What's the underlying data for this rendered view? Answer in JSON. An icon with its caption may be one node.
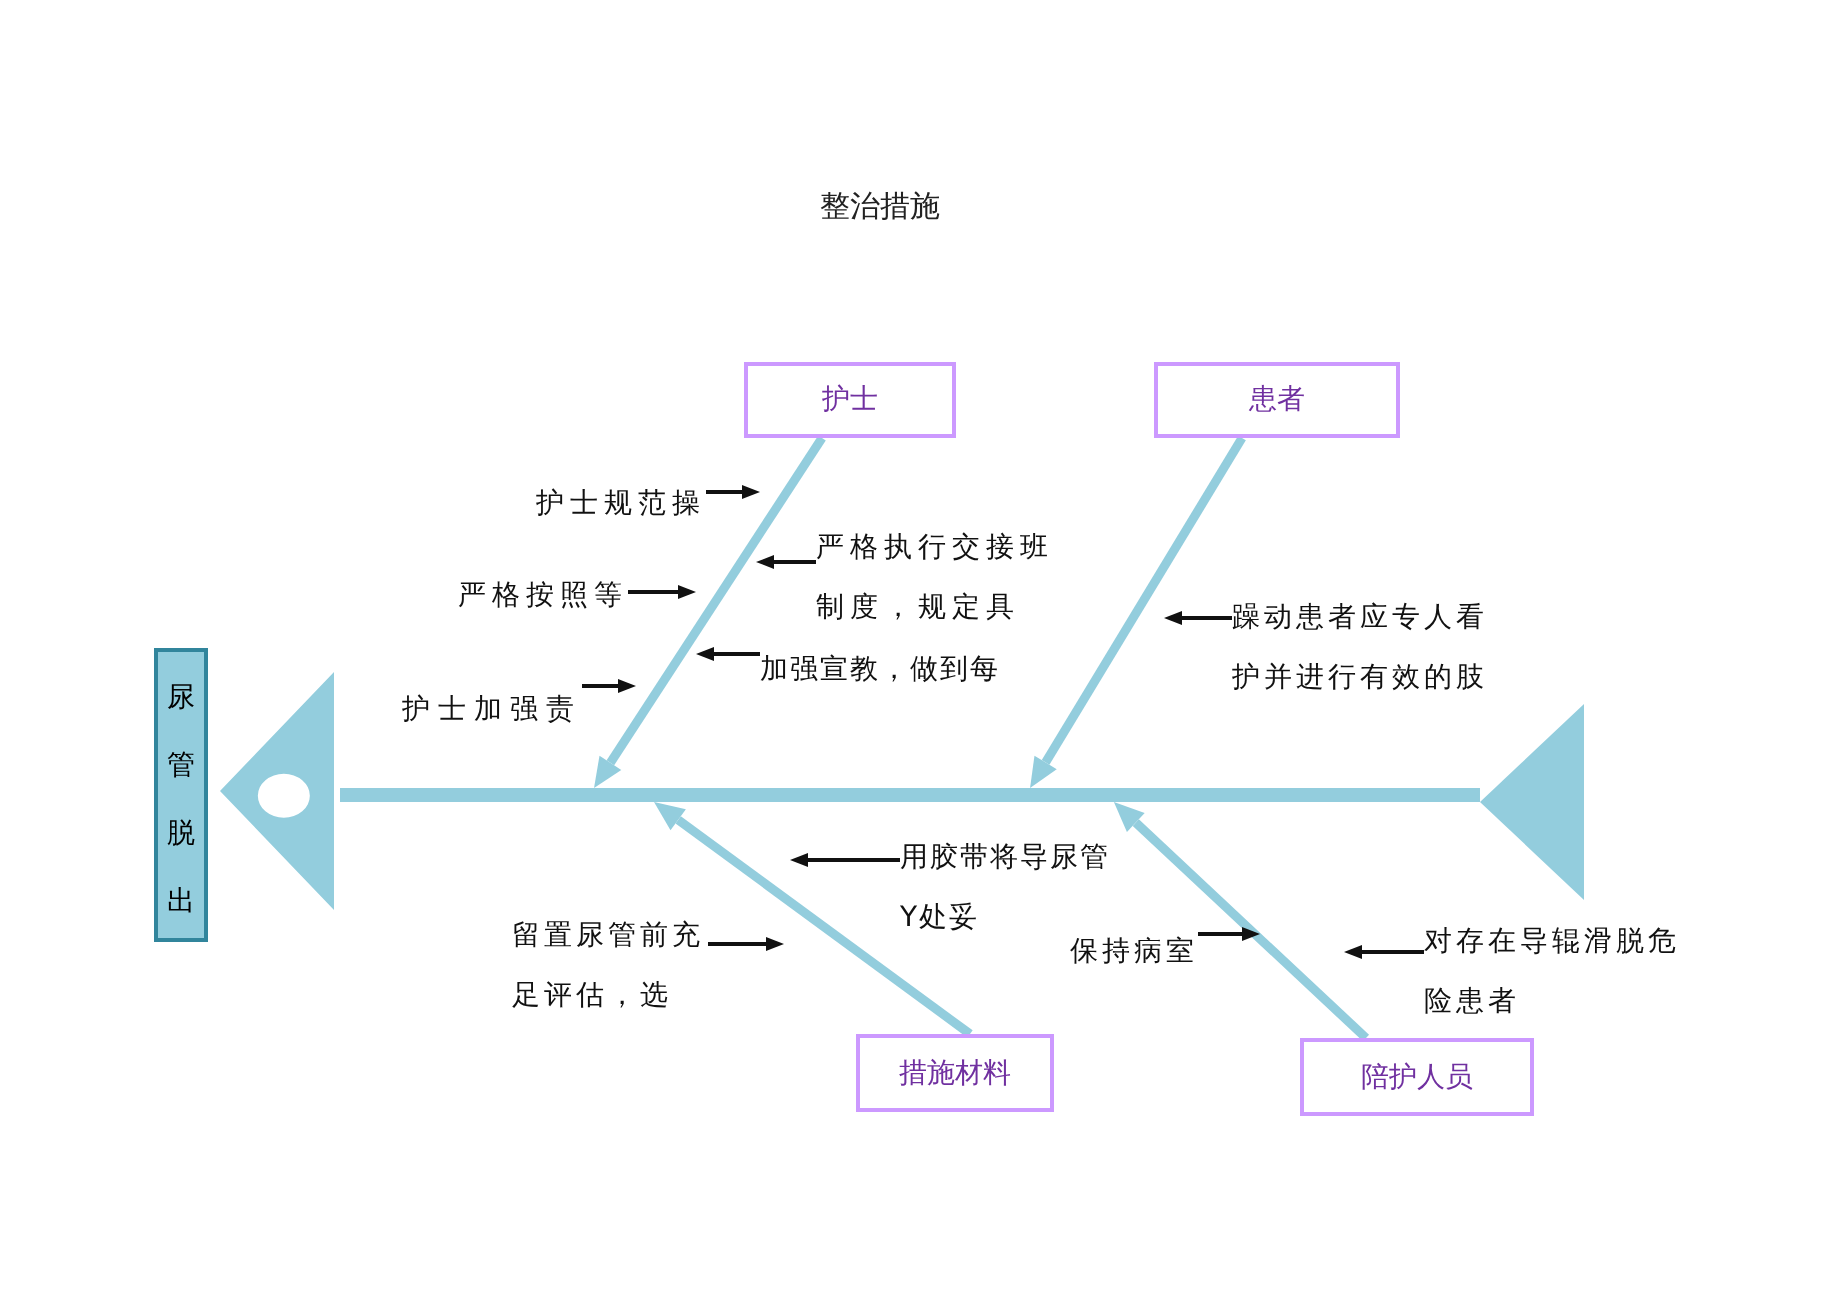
{
  "diagram": {
    "title": "整治措施",
    "nodes": [
      {
        "text": [
          "尿管脱出"
        ]
      },
      {
        "text": [
          "护士"
        ]
      },
      {
        "text": [
          "患者"
        ]
      },
      {
        "text": [
          "措施材料"
        ]
      },
      {
        "text": [
          "陪护人员"
        ]
      },
      {
        "text": [],
        "shape": "triangle"
      },
      {
        "text": [],
        "shape": "bar"
      },
      {
        "text": [],
        "shape": "triangle"
      },
      {
        "text": [
          "护士规范操"
        ]
      },
      {
        "text": [
          "严格执行交接班制度，规定具"
        ]
      },
      {
        "text": [
          "严格按照等"
        ]
      },
      {
        "text": [
          "加强宣教，做到每"
        ]
      },
      {
        "text": [
          "护士加强责"
        ]
      },
      {
        "text": [
          "躁动患者应专人看护并进行有效的肢"
        ]
      },
      {
        "text": [
          "用胶带将导尿管Y处妥"
        ]
      },
      {
        "text": [
          "留置尿管前充足评估，选"
        ]
      },
      {
        "text": [
          "保持病室"
        ]
      },
      {
        "text": [
          "对存在导辊滑脱危险患者"
        ]
      }
    ],
    "edges": [
      {
        "from": 1,
        "to": 6,
        "arrow": "to",
        "style": "thick",
        "color": "#93cddd"
      },
      {
        "from": 2,
        "to": 6,
        "arrow": "to",
        "style": "thick",
        "color": "#93cddd"
      },
      {
        "from": 3,
        "to": 6,
        "arrow": "to",
        "style": "thick",
        "color": "#93cddd"
      },
      {
        "from": 4,
        "to": 6,
        "arrow": "to",
        "style": "thick",
        "color": "#93cddd"
      },
      {
        "from": 8,
        "to": null,
        "arrow": "to"
      },
      {
        "from": 9,
        "to": null,
        "arrow": "to"
      },
      {
        "from": 10,
        "to": null,
        "arrow": "to"
      },
      {
        "from": 11,
        "to": null,
        "arrow": "to"
      },
      {
        "from": 12,
        "to": null,
        "arrow": "to"
      },
      {
        "from": 13,
        "to": null,
        "arrow": "to"
      },
      {
        "from": 14,
        "to": null,
        "arrow": "to"
      },
      {
        "from": 15,
        "to": null,
        "arrow": "to"
      },
      {
        "from": 16,
        "to": null,
        "arrow": "to"
      },
      {
        "from": 17,
        "to": null,
        "arrow": "to"
      }
    ]
  }
}
